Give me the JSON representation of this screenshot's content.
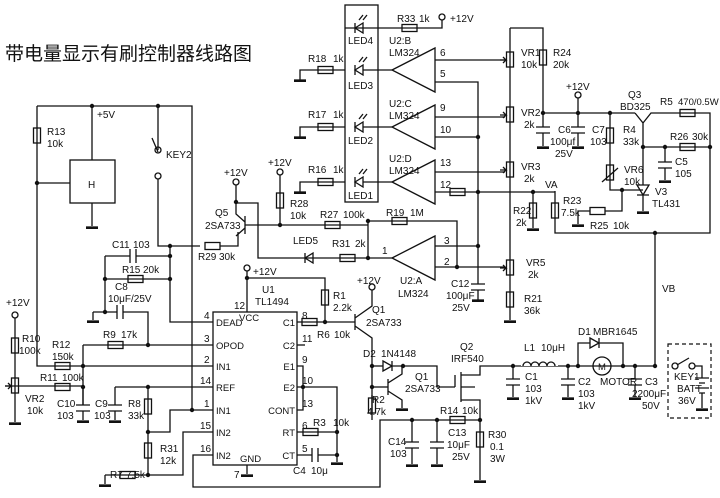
{
  "title": "带电量显示有刷控制器线路图",
  "labels": {
    "plus5v": "+5V",
    "r13": [
      "R13",
      "10k"
    ],
    "h": "H",
    "key2": "KEY2",
    "q5": [
      "Q5",
      "2SA733"
    ],
    "v12_q5": "+12V",
    "v12_r28": "+12V",
    "r28": [
      "R28",
      "10k"
    ],
    "r27": [
      "R27",
      "100k"
    ],
    "r19": [
      "R19",
      "1M"
    ],
    "led5": "LED5",
    "r31a": [
      "R31",
      "2k"
    ],
    "led4": "LED4",
    "led3": "LED3",
    "led2": "LED2",
    "led1": "LED1",
    "r18": [
      "R18",
      "1k"
    ],
    "r17": [
      "R17",
      "1k"
    ],
    "r16": [
      "R16",
      "1k"
    ],
    "r33": [
      "R33",
      "1k"
    ],
    "v12_r33": "+12V",
    "u2b": [
      "U2:B",
      "LM324",
      "6",
      "5"
    ],
    "u2c": [
      "U2:C",
      "LM324",
      "9",
      "10"
    ],
    "u2d": [
      "U2:D",
      "LM324",
      "13",
      "12"
    ],
    "u2a": [
      "U2:A",
      "LM324",
      "3",
      "2",
      "1"
    ],
    "vr1": [
      "VR1",
      "10k"
    ],
    "r24": [
      "R24",
      "20k"
    ],
    "vr2a": [
      "VR2",
      "2k"
    ],
    "vr3": [
      "VR3",
      "2k"
    ],
    "v12_c6": "+12V",
    "c6": [
      "C6",
      "100μf",
      "25V"
    ],
    "c7": [
      "C7",
      "103"
    ],
    "q3": [
      "Q3",
      "BD325"
    ],
    "r5": [
      "R5",
      "470/0.5W"
    ],
    "r4": [
      "R4",
      "33k"
    ],
    "r26": [
      "R26",
      "30k"
    ],
    "c5": [
      "C5",
      "105"
    ],
    "vr6": [
      "VR6",
      "10k"
    ],
    "v3": [
      "V3",
      "TL431"
    ],
    "va": "VA",
    "r23": [
      "R23",
      "7.5k"
    ],
    "r22": [
      "R22",
      "2k"
    ],
    "r25": [
      "R25",
      "10k"
    ],
    "vr5": [
      "VR5",
      "2k"
    ],
    "r21": [
      "R21",
      "36k"
    ],
    "c12": [
      "C12",
      "100μF",
      "25V"
    ],
    "vb": "VB",
    "c11": [
      "C11",
      "103"
    ],
    "r15": [
      "R15",
      "20k"
    ],
    "c8": [
      "C8",
      "10μF/25V"
    ],
    "r9": [
      "R9",
      "17k"
    ],
    "r10": [
      "R10",
      "100k"
    ],
    "v12_r10": "+12V",
    "r12": [
      "R12",
      "150k"
    ],
    "r11": [
      "R11",
      "100k"
    ],
    "vr2b": [
      "VR2",
      "10k"
    ],
    "c10": [
      "C10",
      "103"
    ],
    "c9": [
      "C9",
      "103"
    ],
    "r8": [
      "R8",
      "33k"
    ],
    "r31b": [
      "R31",
      "12k"
    ],
    "r7": [
      "R7",
      "7.5k"
    ],
    "r29": [
      "R29",
      "30k"
    ],
    "v12_u1": "+12V",
    "u1": [
      "U1",
      "TL1494"
    ],
    "u1_pins_left": [
      {
        "num": "4",
        "name": "DEAD"
      },
      {
        "num": "3",
        "name": "OPOD"
      },
      {
        "num": "2",
        "name": "IN1"
      },
      {
        "num": "14",
        "name": "REF"
      },
      {
        "num": "1",
        "name": "IN1"
      },
      {
        "num": "15",
        "name": "IN2"
      },
      {
        "num": "16",
        "name": "IN2"
      }
    ],
    "u1_pins_right": [
      {
        "num": "8",
        "name": "C1"
      },
      {
        "num": "11",
        "name": "C2"
      },
      {
        "num": "9",
        "name": "E1"
      },
      {
        "num": "10",
        "name": "E2"
      },
      {
        "num": "13",
        "name": "CONT"
      },
      {
        "num": "6",
        "name": "RT"
      },
      {
        "num": "5",
        "name": "CT"
      }
    ],
    "u1_vcc": [
      "12",
      "VCC"
    ],
    "u1_gnd": [
      "7",
      "GND"
    ],
    "r1": [
      "R1",
      "2.2k"
    ],
    "r6": [
      "R6",
      "10k"
    ],
    "v12_q1": "+12V",
    "q1a": [
      "Q1",
      "2SA733"
    ],
    "d2": [
      "D2",
      "1N4148"
    ],
    "q1b": [
      "Q1",
      "2SA733"
    ],
    "r2": [
      "R2",
      "4.7k"
    ],
    "q2": [
      "Q2",
      "IRF540"
    ],
    "l1": [
      "L1",
      "10μH"
    ],
    "d1": [
      "D1",
      "MBR1645"
    ],
    "c1": [
      "C1",
      "103",
      "1kV"
    ],
    "c2": [
      "C2",
      "103",
      "1kV"
    ],
    "motor": [
      "M",
      "MOTOR"
    ],
    "c3": [
      "C3",
      "2200μF",
      "50V"
    ],
    "key1": [
      "KEY1",
      "BATT",
      "36V"
    ],
    "r14": [
      "R14",
      "10k"
    ],
    "c14": [
      "C14",
      "103"
    ],
    "c13": [
      "C13",
      "10μF",
      "25V"
    ],
    "r30": [
      "R30",
      "0.1",
      "3W"
    ],
    "r3": [
      "R3",
      "10k"
    ],
    "c4": [
      "C4",
      "10μ"
    ]
  }
}
